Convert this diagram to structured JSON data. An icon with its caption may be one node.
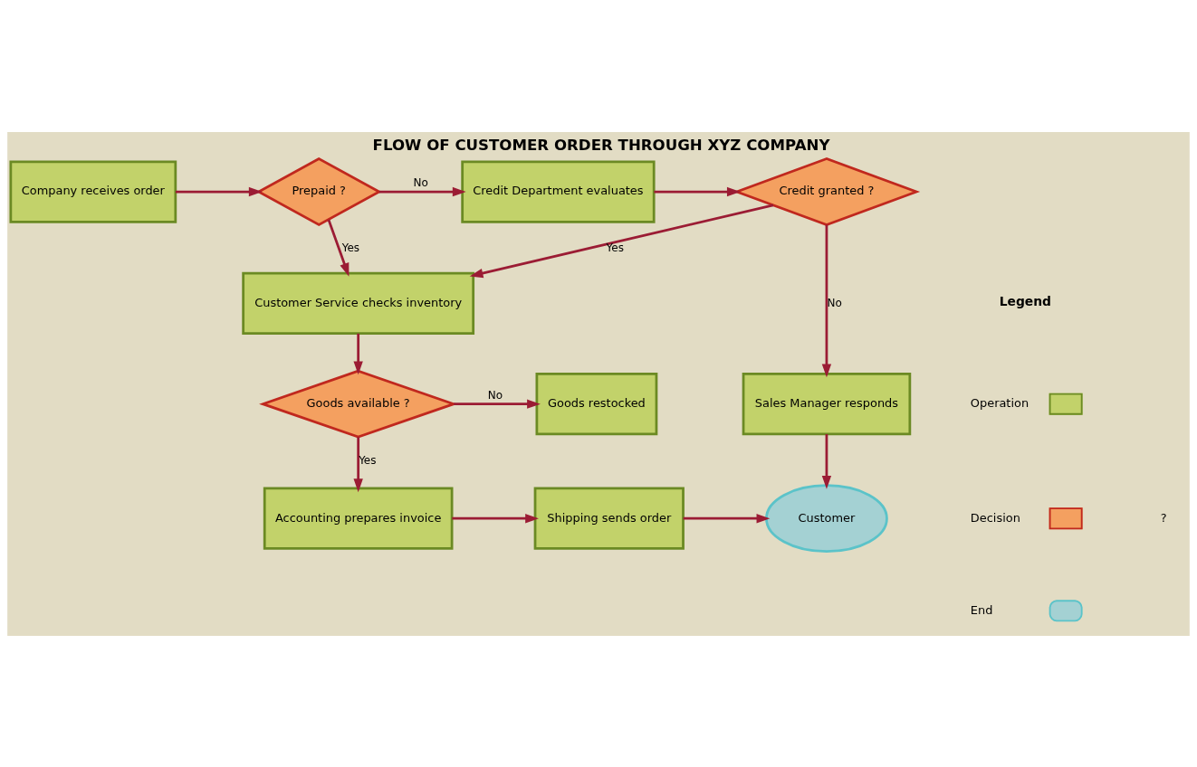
{
  "diagram": {
    "title": "FLOW OF CUSTOMER ORDER THROUGH XYZ COMPANY",
    "nodes": [
      {
        "text": [
          "Company receives order"
        ]
      },
      {
        "text": [
          "Prepaid ?"
        ]
      },
      {
        "text": [
          "Credit Department evaluates"
        ]
      },
      {
        "text": [
          "Credit granted ?"
        ]
      },
      {
        "text": [
          "Customer Service checks inventory"
        ]
      },
      {
        "text": [
          "Goods available ?"
        ]
      },
      {
        "text": [
          "Goods restocked"
        ]
      },
      {
        "text": [
          "Sales Manager responds"
        ]
      },
      {
        "text": [
          "Accounting prepares invoice"
        ]
      },
      {
        "text": [
          "Shipping sends order"
        ]
      },
      {
        "text": [
          "Customer"
        ]
      }
    ],
    "edges": [
      {
        "from": 0,
        "to": 1,
        "arrow": "to"
      },
      {
        "from": 1,
        "to": 2,
        "arrow": "to",
        "label": "No"
      },
      {
        "from": 1,
        "to": 4,
        "arrow": "to",
        "label": "Yes"
      },
      {
        "from": 2,
        "to": 3,
        "arrow": "to"
      },
      {
        "from": 3,
        "to": 4,
        "arrow": "to",
        "label": "Yes"
      },
      {
        "from": 3,
        "to": 7,
        "arrow": "to",
        "label": "No"
      },
      {
        "from": 4,
        "to": 5,
        "arrow": "to"
      },
      {
        "from": 5,
        "to": 6,
        "arrow": "to",
        "label": "No"
      },
      {
        "from": 5,
        "to": 8,
        "arrow": "to",
        "label": "Yes"
      },
      {
        "from": 8,
        "to": 9,
        "arrow": "to"
      },
      {
        "from": 9,
        "to": 10,
        "arrow": "to"
      },
      {
        "from": 7,
        "to": 10,
        "arrow": "to"
      }
    ],
    "labels": [
      "Legend",
      "?"
    ],
    "legend": [
      {
        "text": "Operation"
      },
      {
        "text": "Decision"
      },
      {
        "text": "End"
      }
    ]
  }
}
